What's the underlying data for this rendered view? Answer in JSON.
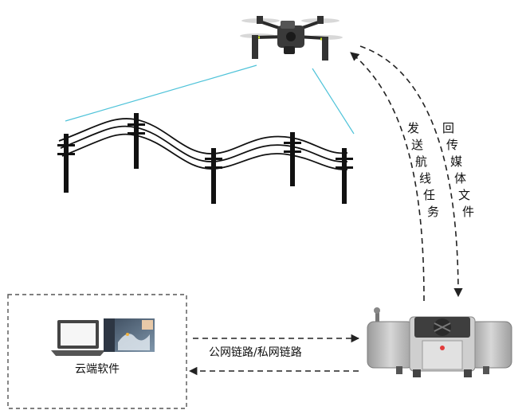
{
  "labels": {
    "send_route": [
      "发",
      "送",
      "航",
      "线",
      "任",
      "务"
    ],
    "return_media": [
      "回",
      "传",
      "媒",
      "体",
      "文",
      "件"
    ],
    "link": "公网链路/私网链路",
    "cloud": "云端软件"
  },
  "colors": {
    "inspection_line": "#4fc3d9",
    "wire": "#111111",
    "pole": "#111111",
    "arrow": "#222222",
    "box_border": "#555555",
    "drone_arm_accent": "#c6e021",
    "dock_hazard": "#e23b3b"
  },
  "icons": [
    "drone-icon",
    "power-line-icon",
    "laptop-icon",
    "map-screen-icon",
    "dock-icon"
  ]
}
